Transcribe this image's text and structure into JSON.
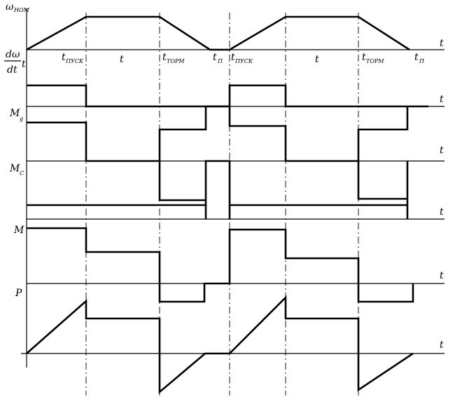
{
  "labels": {
    "omega": "ω",
    "omega_sub": "НОМ",
    "deriv_num": "dω",
    "deriv_den": "dt",
    "t": "t",
    "t_start": "t",
    "t_start_sub": "ПУСК",
    "t_brake": "t",
    "t_brake_sub": "ТОРМ",
    "t_pause": "t",
    "t_pause_sub": "П",
    "m_dyn": "M",
    "m_dyn_sub": "g",
    "m_static": "M",
    "m_static_sub": "C",
    "m_total": "M",
    "power": "P"
  }
}
